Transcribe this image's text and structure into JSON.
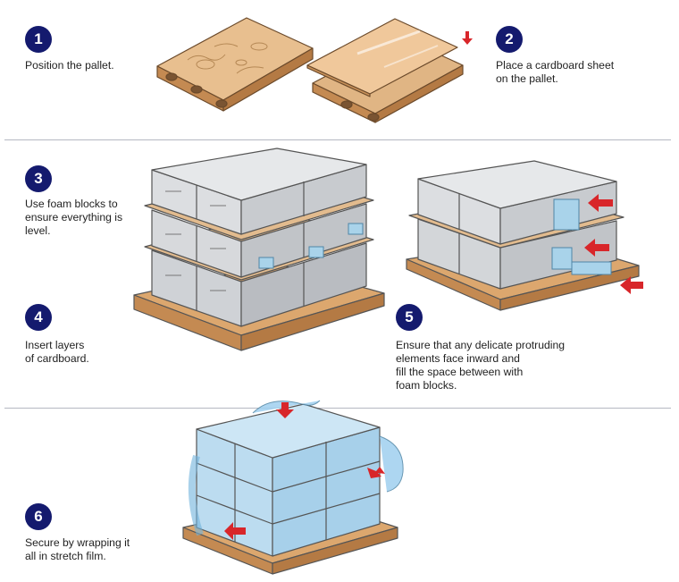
{
  "steps": [
    {
      "number": "1",
      "text": "Position the pallet."
    },
    {
      "number": "2",
      "text_lines": [
        "Place a cardboard sheet",
        "on the pallet."
      ]
    },
    {
      "number": "3",
      "text_lines": [
        "Use foam blocks to",
        "ensure everything is",
        "level."
      ]
    },
    {
      "number": "4",
      "text_lines": [
        "Insert layers",
        "of cardboard."
      ]
    },
    {
      "number": "5",
      "text_lines": [
        "Ensure that any delicate protruding",
        "elements face inward and",
        "fill the space between with",
        "foam blocks."
      ]
    },
    {
      "number": "6",
      "text_lines": [
        "Secure by wrapping it",
        "all in stretch film."
      ]
    }
  ],
  "colors": {
    "badge": "#141a6e",
    "cardboard": "#e2bb8e",
    "pallet_wood": "#d9a36b",
    "box_gray": "#d7d9dc",
    "foam_blue": "#a9d3ea",
    "stretch_film": "#9fd0ef",
    "arrow_red": "#d8262a"
  }
}
